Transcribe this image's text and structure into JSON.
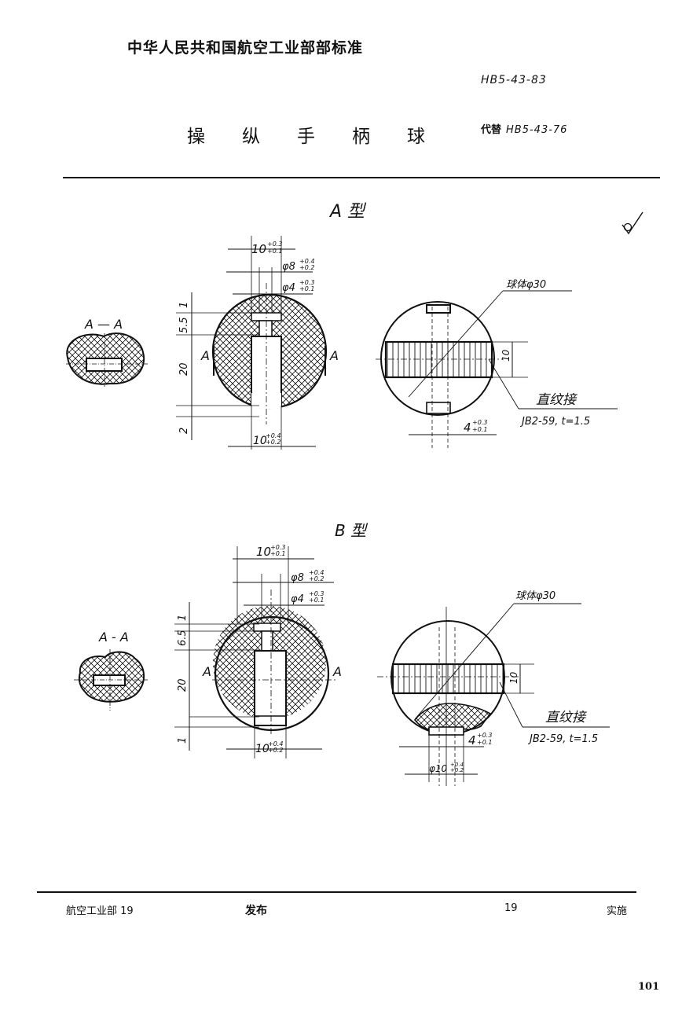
{
  "header": {
    "organization": "中华人民共和国航空工业部部标准",
    "standard_number": "HB5-43-83",
    "title_chars": [
      "操",
      "纵",
      "手",
      "柄",
      "球"
    ],
    "replaces_label": "代替",
    "replaces_number": "HB5-43-76"
  },
  "surface_finish_symbol": "roughness-any-method",
  "type_a": {
    "label": "A 型",
    "section_label": "A — A",
    "dims": {
      "width_top": "10",
      "width_top_tol_upper": "+0.3",
      "width_top_tol_lower": "+0.1",
      "dia8": "φ8",
      "dia8_tol_upper": "+0.4",
      "dia8_tol_lower": "+0.2",
      "dia4": "φ4",
      "dia4_tol_upper": "+0.3",
      "dia4_tol_lower": "+0.1",
      "h1": "1",
      "h55": "5.5",
      "h20": "20",
      "h2": "2",
      "width_bottom": "10",
      "width_bottom_tol_upper": "+0.4",
      "width_bottom_tol_lower": "+0.2",
      "section_marker": "A",
      "ball": "球体φ30",
      "knurl_width": "10",
      "knurl_note": "直纹接",
      "knurl_spec": "JB2-59, t=1.5",
      "slot": "4",
      "slot_tol_upper": "+0.3",
      "slot_tol_lower": "+0.1"
    }
  },
  "type_b": {
    "label": "B 型",
    "section_label": "A - A",
    "dims": {
      "width_top": "10",
      "width_top_tol_upper": "+0.3",
      "width_top_tol_lower": "+0.1",
      "dia8": "φ8",
      "dia8_tol_upper": "+0.4",
      "dia8_tol_lower": "+0.2",
      "dia4": "φ4",
      "dia4_tol_upper": "+0.3",
      "dia4_tol_lower": "+0.1",
      "h1_top": "1",
      "h65": "6.5",
      "h20": "20",
      "h1_bottom": "1",
      "width_bottom": "10",
      "width_bottom_tol_upper": "+0.4",
      "width_bottom_tol_lower": "+0.2",
      "section_marker": "A",
      "ball": "球体φ30",
      "knurl_width": "10",
      "knurl_note": "直纹接",
      "knurl_spec": "JB2-59, t=1.5",
      "slot": "4",
      "slot_tol_upper": "+0.3",
      "slot_tol_lower": "+0.1",
      "dia10": "φ10",
      "dia10_tol_upper": "+0.4",
      "dia10_tol_lower": "+0.2"
    }
  },
  "footer": {
    "issuer": "航空工业部  19",
    "release": "发布",
    "effective_year": "19",
    "effective": "实施"
  },
  "page_number": "101"
}
